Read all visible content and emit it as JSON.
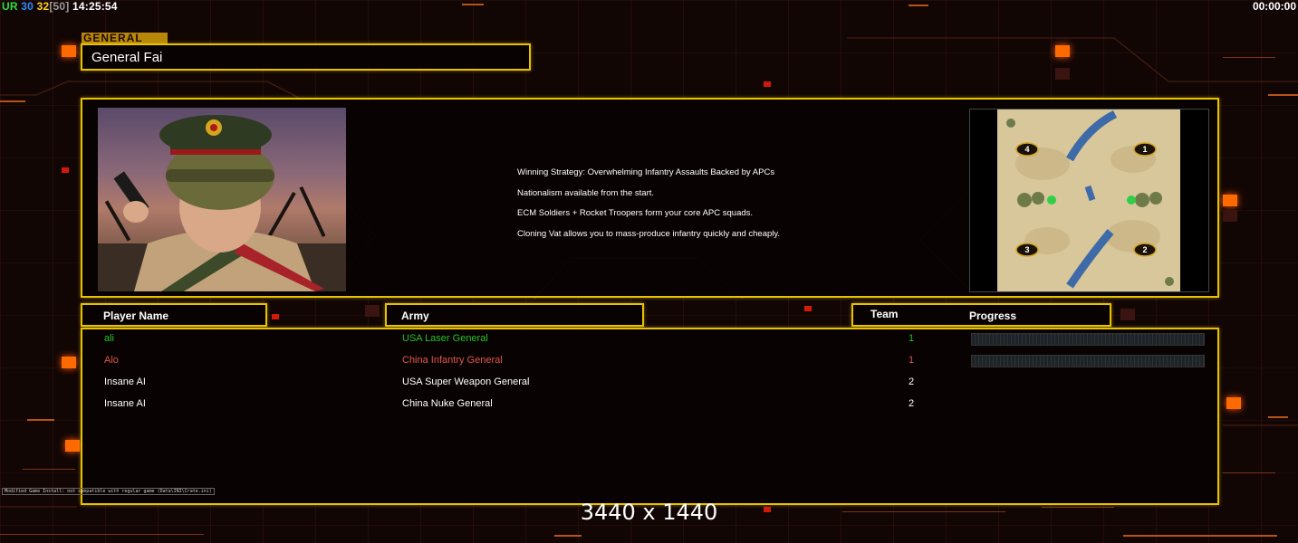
{
  "hud": {
    "ur_label": "UR",
    "ur_value": "30",
    "fps": "32",
    "fps_limit": "[50]",
    "clock": "14:25:54",
    "timer": "00:00:00"
  },
  "general": {
    "tag": "GENERAL",
    "name": "General Fai",
    "portrait_icon": "general-portrait",
    "strategy": [
      "Winning Strategy: Overwhelming Infantry Assaults Backed by APCs",
      "Nationalism available from the start.",
      "ECM Soldiers + Rocket Troopers form your core APC squads.",
      "Cloning Vat allows you to mass-produce infantry quickly and cheaply."
    ]
  },
  "map": {
    "start_positions": [
      "1",
      "2",
      "3",
      "4"
    ]
  },
  "table": {
    "headers": {
      "player": "Player Name",
      "army": "Army",
      "team": "Team",
      "progress": "Progress"
    },
    "rows": [
      {
        "name": "ali",
        "army": "USA Laser General",
        "team": "1",
        "color": "#22c427",
        "progress": 0,
        "show_progress": true
      },
      {
        "name": "Alo",
        "army": "China Infantry General",
        "team": "1",
        "color": "#e2574a",
        "progress": 0,
        "show_progress": true
      },
      {
        "name": "Insane AI",
        "army": "USA Super Weapon General",
        "team": "2",
        "color": "#ffffff",
        "progress": null,
        "show_progress": false
      },
      {
        "name": "Insane AI",
        "army": "China Nuke General",
        "team": "2",
        "color": "#ffffff",
        "progress": null,
        "show_progress": false
      }
    ]
  },
  "resolution": "3440 x 1440",
  "warning": "Modified Game Install: not compatible with regular game (Data\\INI\\Crate.ini)",
  "colors": {
    "frame": "#e8c200",
    "accent": "#ff6a00"
  }
}
